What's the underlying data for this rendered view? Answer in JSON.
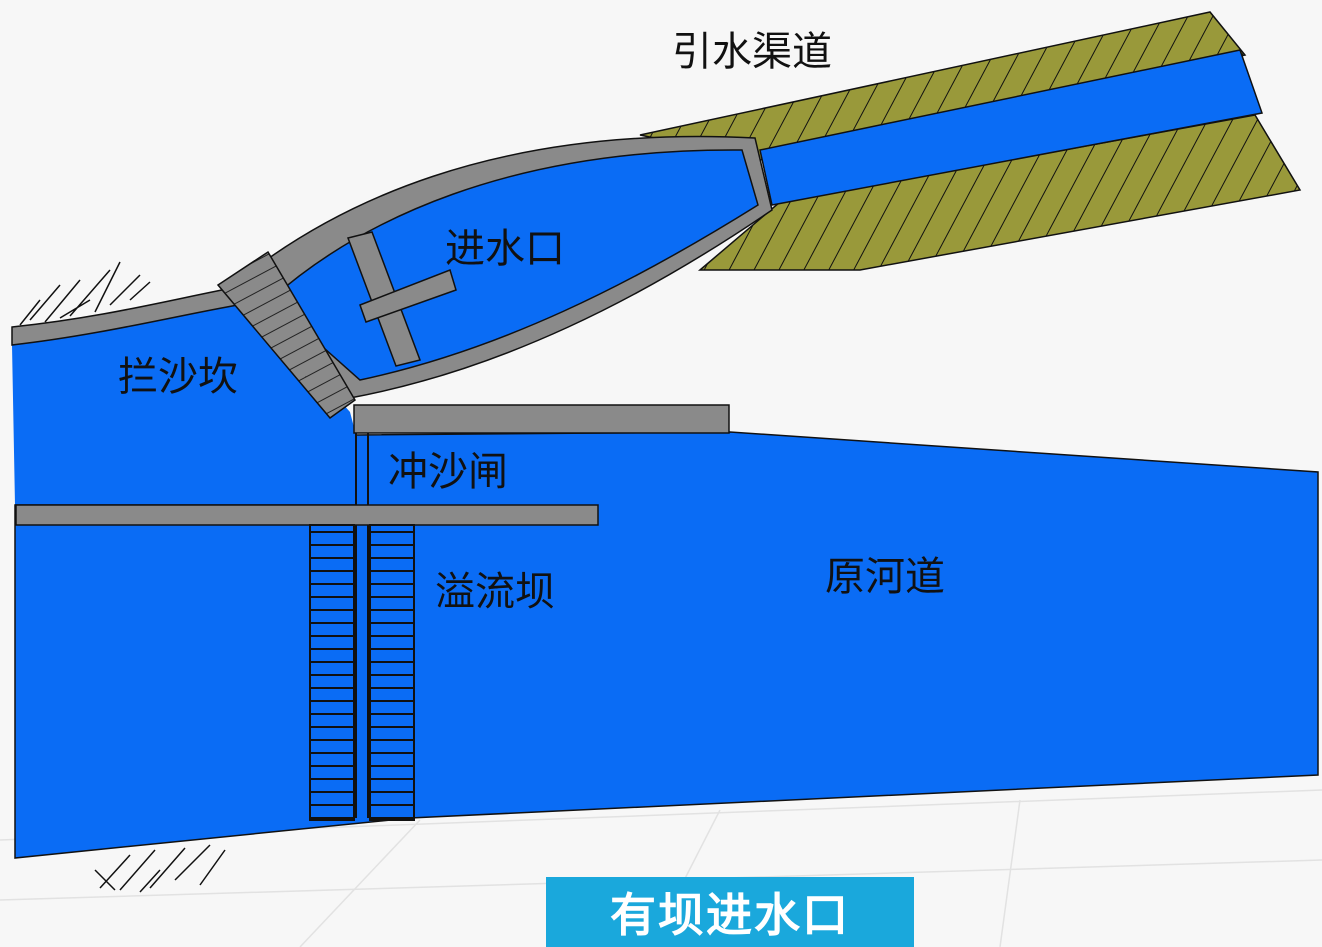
{
  "labels": {
    "channel": "引水渠道",
    "intake": "进水口",
    "sill": "拦沙坎",
    "sluice": "冲沙闸",
    "spillway": "溢流坝",
    "river": "原河道"
  },
  "title": "有坝进水口",
  "colors": {
    "water": "#0a6cf5",
    "concrete": "#8a8a8a",
    "bank": "#99993a",
    "title_bg": "#1aa8dc"
  }
}
